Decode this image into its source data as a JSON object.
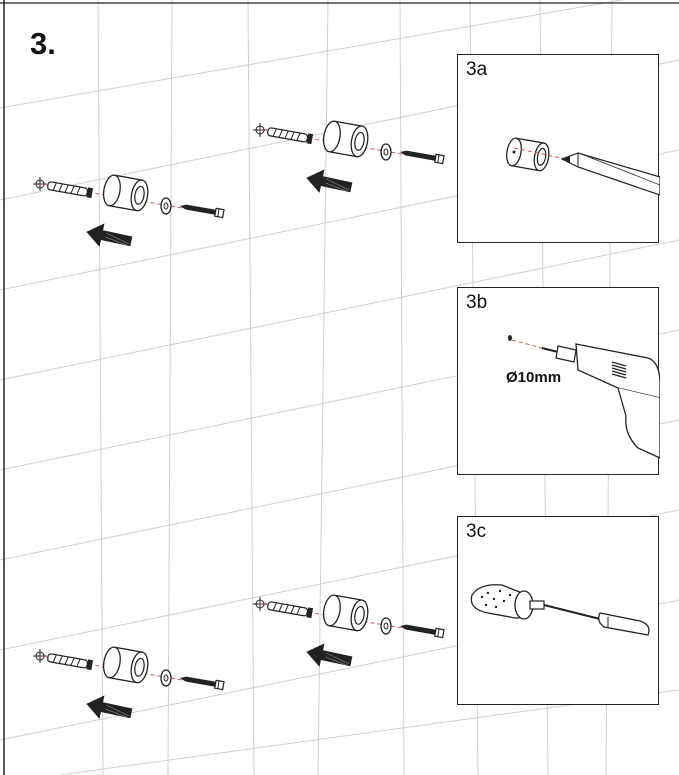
{
  "step": {
    "title": "3."
  },
  "panels": [
    {
      "id": "3a",
      "label": "3a",
      "action": "mark-drill-point"
    },
    {
      "id": "3b",
      "label": "3b",
      "action": "drill-hole",
      "dimension": "Ø10mm"
    },
    {
      "id": "3c",
      "label": "3c",
      "action": "insert-wall-plug"
    }
  ],
  "assemblies": [
    {
      "id": "top-left",
      "parts": [
        "wall-plug",
        "spacer",
        "washer",
        "screw"
      ]
    },
    {
      "id": "top-middle",
      "parts": [
        "wall-plug",
        "spacer",
        "washer",
        "screw"
      ]
    },
    {
      "id": "bottom-left",
      "parts": [
        "wall-plug",
        "spacer",
        "washer",
        "screw"
      ]
    },
    {
      "id": "bottom-middle",
      "parts": [
        "wall-plug",
        "spacer",
        "washer",
        "screw"
      ]
    }
  ],
  "icons": {
    "arrow": "direction-arrow-icon",
    "crosshair": "drill-target-icon",
    "pencil": "pencil-icon",
    "drill": "drill-icon",
    "hammer": "hammer-icon"
  },
  "colors": {
    "axis_line": "#d9534f",
    "outline": "#222222",
    "wall_grid": "#cfcfcf"
  }
}
